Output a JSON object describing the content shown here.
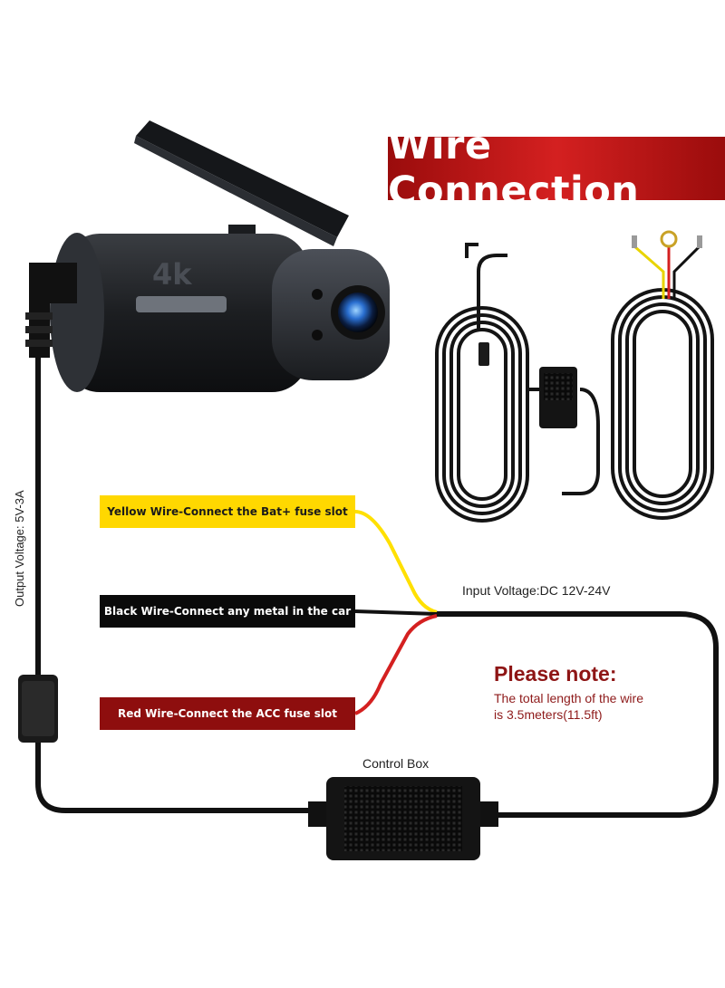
{
  "banner": {
    "title": "Wire Connection"
  },
  "camera": {
    "resolution_badge": "4k"
  },
  "labels": {
    "yellow": "Yellow Wire-Connect the Bat+ fuse slot",
    "black": "Black Wire-Connect any metal in the car",
    "red": "Red Wire-Connect the ACC fuse slot",
    "input_voltage": "Input Voltage:DC 12V-24V",
    "output_voltage": "Output Voltage: 5V-3A",
    "control_box": "Control Box"
  },
  "note": {
    "title": "Please note:",
    "line1": "The total length of the wire",
    "line2": "is 3.5meters(11.5ft)"
  },
  "colors": {
    "banner_red": "#c41a1a",
    "wire_yellow": "#ffe000",
    "wire_red": "#d42020",
    "wire_black": "#111111",
    "note_red": "#8e1515"
  }
}
